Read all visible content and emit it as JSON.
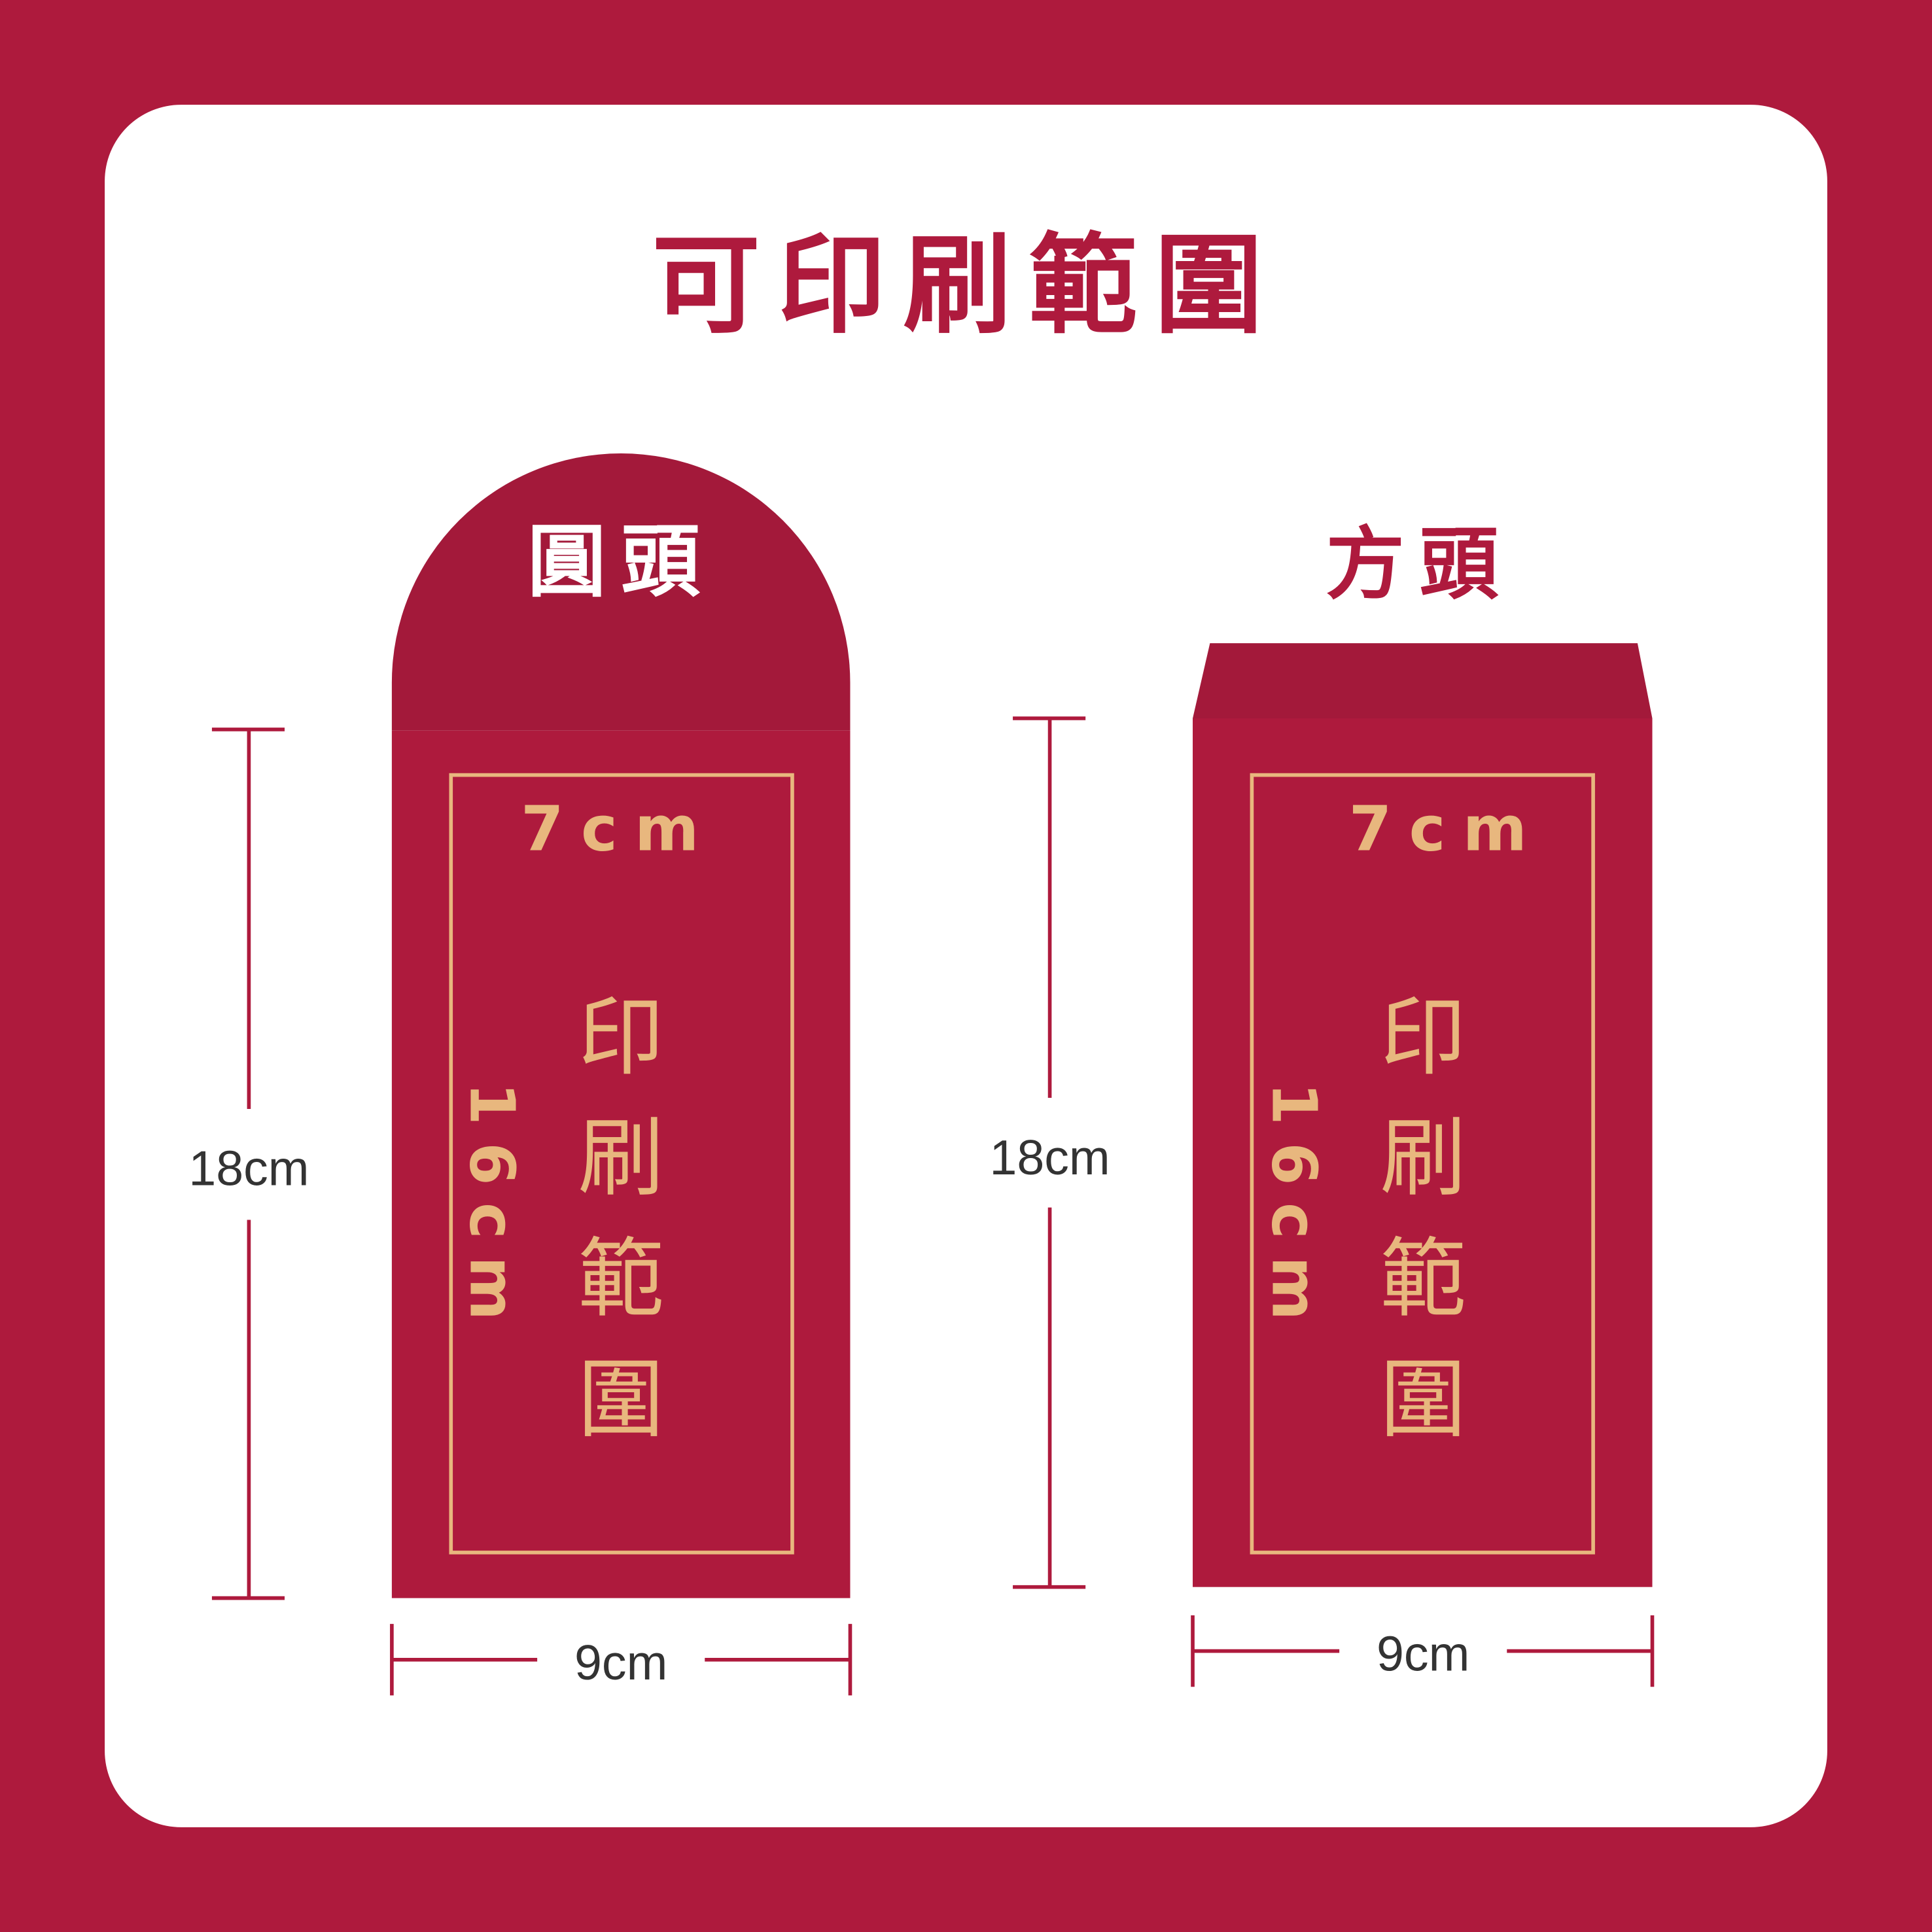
{
  "title": "可印刷範圍",
  "colors": {
    "background": "#AE1A3D",
    "flap": "#A3193A",
    "gold": "#E8B77E",
    "card": "#FFFFFF"
  },
  "envelopes": [
    {
      "label": "圓頭",
      "height_label": "18cm",
      "width_label": "9cm",
      "print_width_label": "7cm",
      "print_height_label": "16cm",
      "print_area_chars": [
        "印",
        "刷",
        "範",
        "圍"
      ]
    },
    {
      "label": "方頭",
      "height_label": "18cm",
      "width_label": "9cm",
      "print_width_label": "7cm",
      "print_height_label": "16cm",
      "print_area_chars": [
        "印",
        "刷",
        "範",
        "圍"
      ]
    }
  ]
}
